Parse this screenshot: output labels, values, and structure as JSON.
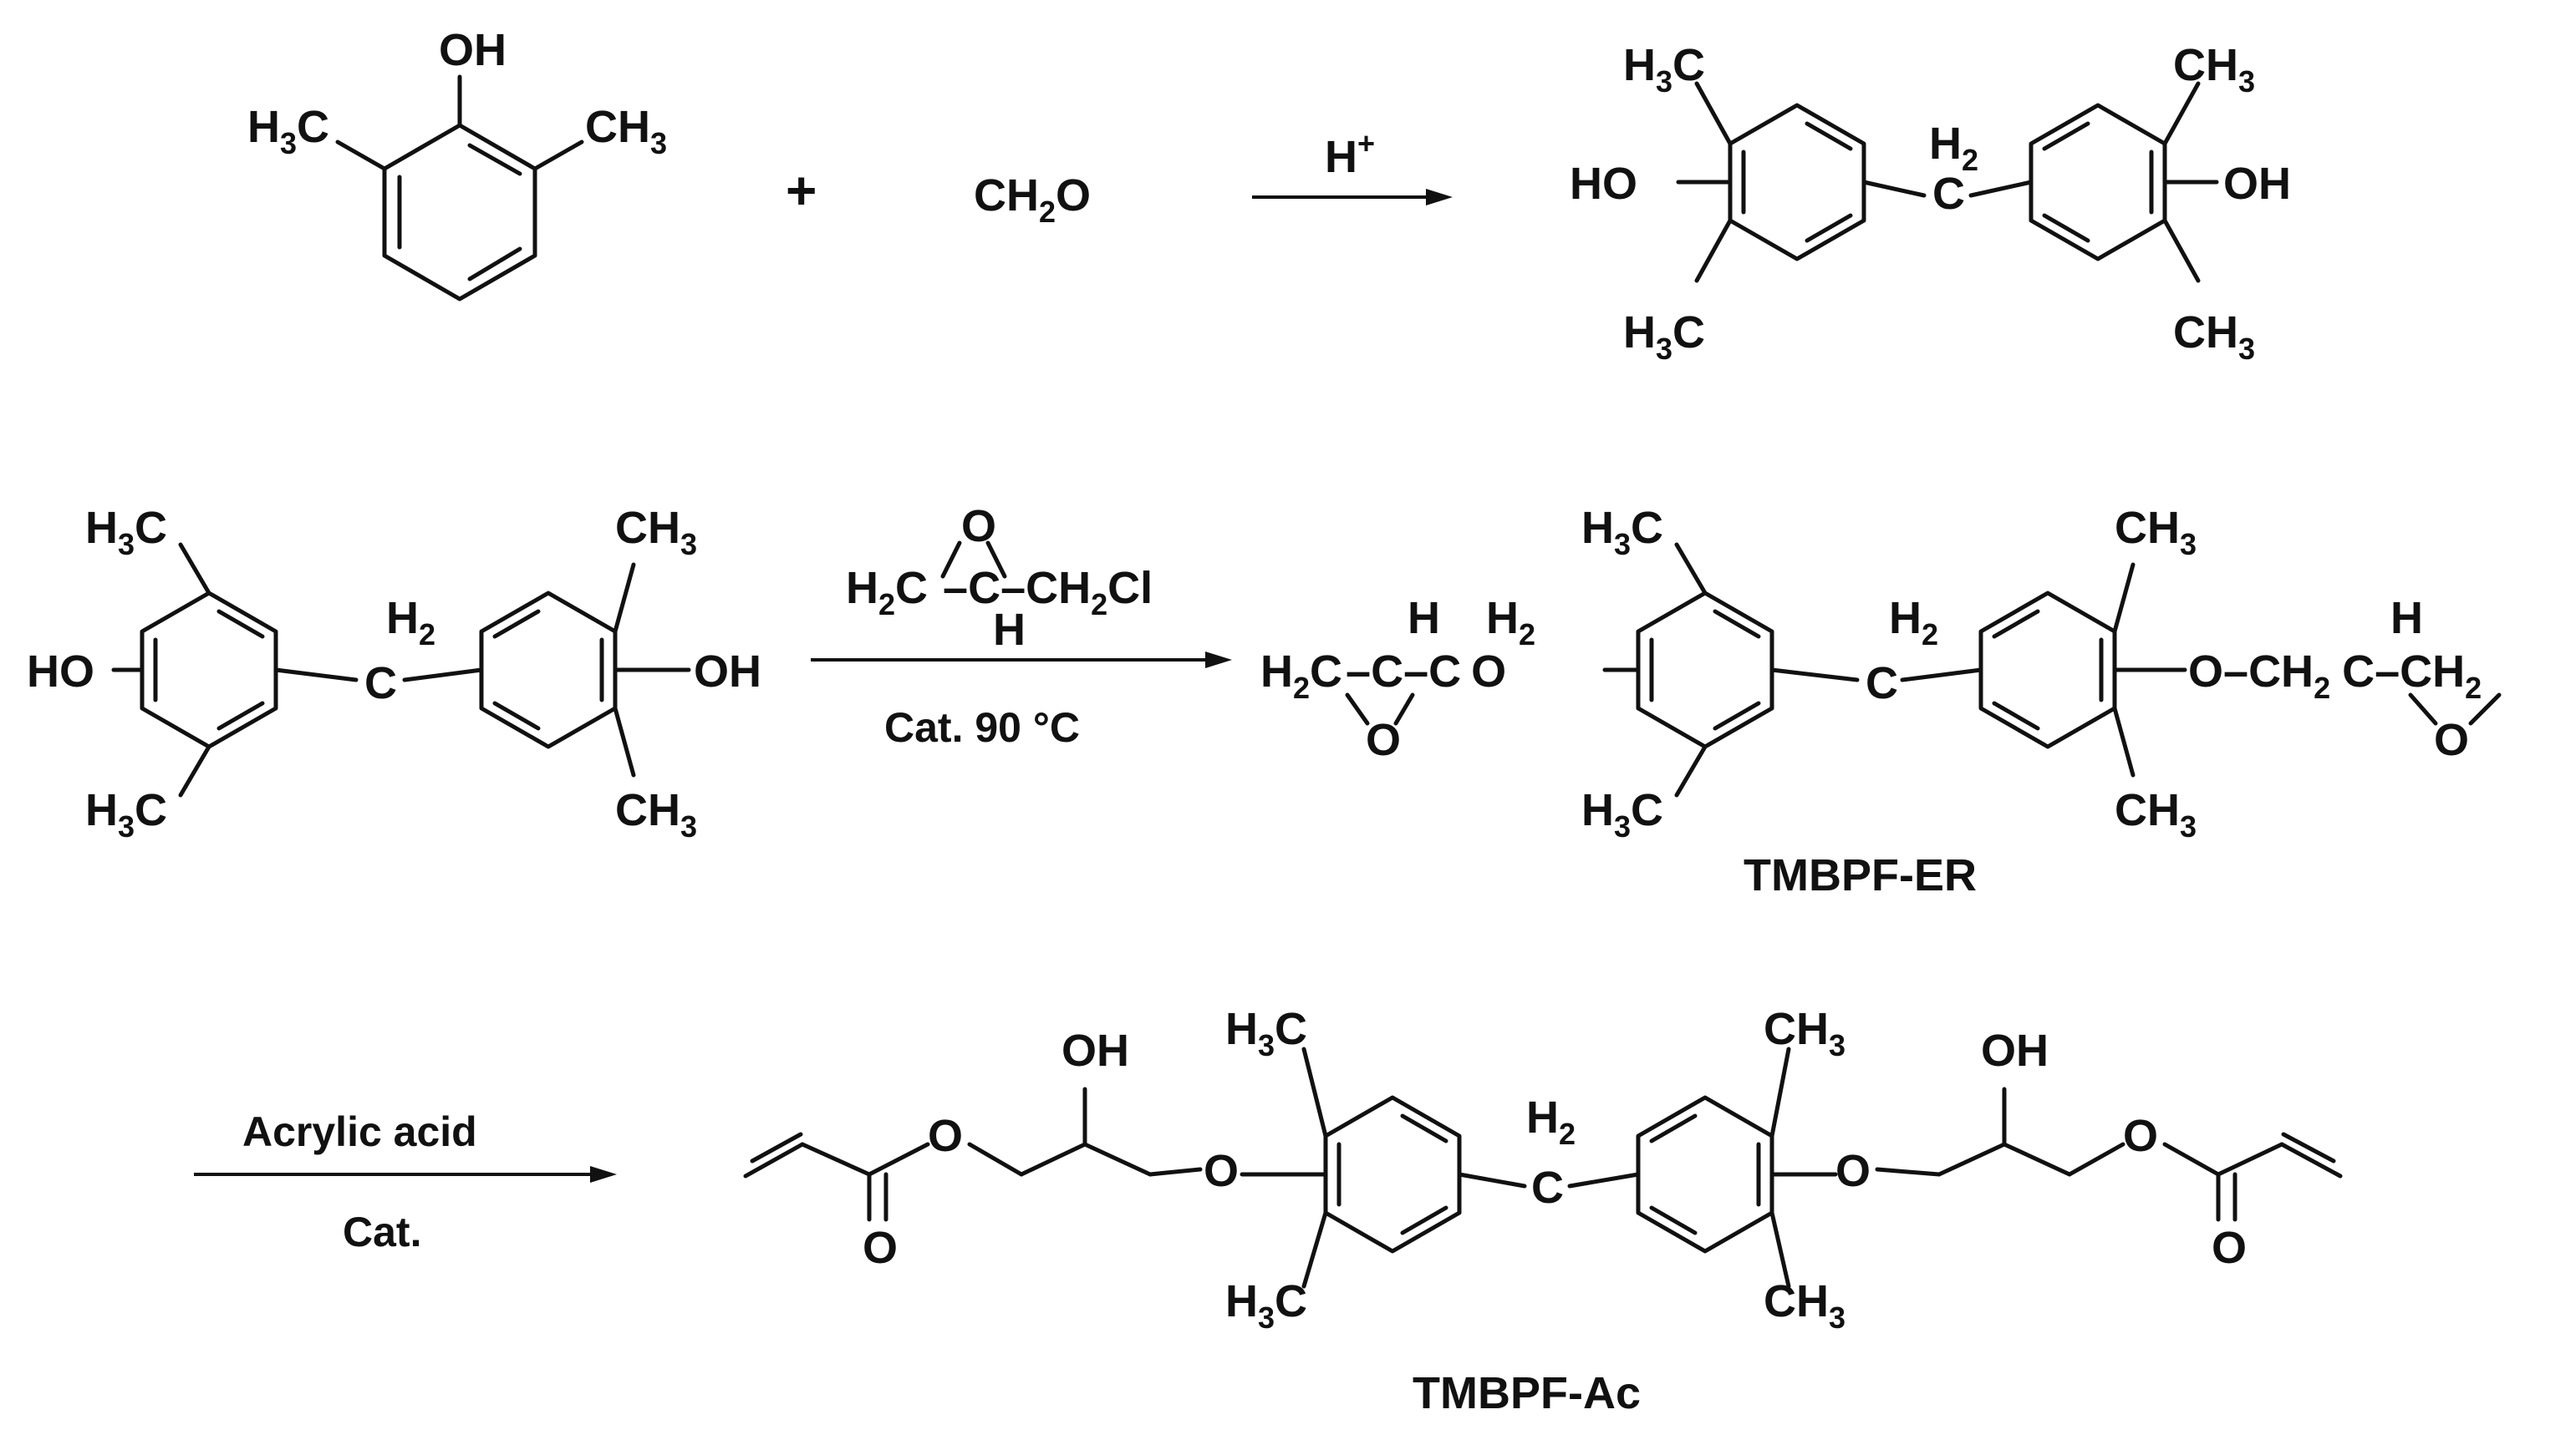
{
  "reaction_1": {
    "plus": "+",
    "reagent": {
      "base": "CH",
      "sub": "2",
      "tail": "O"
    },
    "condition_above": {
      "base": "H",
      "sup": "+"
    }
  },
  "reaction_2": {
    "reagent_line": {
      "a": "H",
      "a_sub": "2",
      "b": "C",
      "c": "C",
      "d": "CH",
      "d_sub": "2",
      "e": "Cl"
    },
    "reagent_o": "O",
    "reagent_h": "H",
    "condition_below": "Cat. 90 °C",
    "product_name": "TMBPF-ER"
  },
  "reaction_3": {
    "condition_above": "Acrylic acid",
    "condition_below": "Cat.",
    "product_name": "TMBPF-Ac"
  },
  "atoms": {
    "oh": "OH",
    "ho": "HO",
    "o": "O",
    "c": "C",
    "h": "H",
    "h2": "H",
    "h2_sub": "2",
    "ch3": "CH",
    "ch3_sub": "3",
    "h3c": "H",
    "h3c_sub": "3",
    "h3c_tail": "C",
    "ch2": "CH",
    "ch2_sub": "2",
    "h2c": "H",
    "h2c_sub": "2",
    "h2c_tail": "C"
  }
}
